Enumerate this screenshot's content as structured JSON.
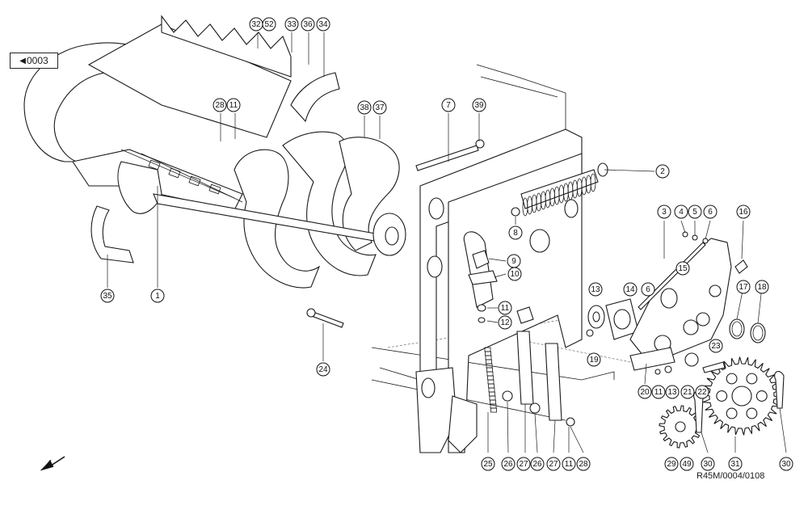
{
  "reference": {
    "label": "0003",
    "arrow_icon": "arrow-left-icon"
  },
  "drawing_code": "R45M/0004/0108",
  "direction_icon": "direction-arrow-icon",
  "callouts": [
    {
      "id": "1",
      "label": "1"
    },
    {
      "id": "2",
      "label": "2"
    },
    {
      "id": "3",
      "label": "3"
    },
    {
      "id": "4",
      "label": "4"
    },
    {
      "id": "5",
      "label": "5"
    },
    {
      "id": "6a",
      "label": "6"
    },
    {
      "id": "6b",
      "label": "6"
    },
    {
      "id": "7",
      "label": "7"
    },
    {
      "id": "8",
      "label": "8"
    },
    {
      "id": "9",
      "label": "9"
    },
    {
      "id": "10",
      "label": "10"
    },
    {
      "id": "11a",
      "label": "11"
    },
    {
      "id": "11b",
      "label": "11"
    },
    {
      "id": "11c",
      "label": "11"
    },
    {
      "id": "11d",
      "label": "11"
    },
    {
      "id": "12",
      "label": "12"
    },
    {
      "id": "13a",
      "label": "13"
    },
    {
      "id": "13b",
      "label": "13"
    },
    {
      "id": "14",
      "label": "14"
    },
    {
      "id": "15",
      "label": "15"
    },
    {
      "id": "16",
      "label": "16"
    },
    {
      "id": "17",
      "label": "17"
    },
    {
      "id": "18",
      "label": "18"
    },
    {
      "id": "19",
      "label": "19"
    },
    {
      "id": "20",
      "label": "20"
    },
    {
      "id": "21",
      "label": "21"
    },
    {
      "id": "22",
      "label": "22"
    },
    {
      "id": "23",
      "label": "23"
    },
    {
      "id": "24",
      "label": "24"
    },
    {
      "id": "25",
      "label": "25"
    },
    {
      "id": "26a",
      "label": "26"
    },
    {
      "id": "26b",
      "label": "26"
    },
    {
      "id": "27a",
      "label": "27"
    },
    {
      "id": "27b",
      "label": "27"
    },
    {
      "id": "28a",
      "label": "28"
    },
    {
      "id": "28b",
      "label": "28"
    },
    {
      "id": "29",
      "label": "29"
    },
    {
      "id": "49",
      "label": "49"
    },
    {
      "id": "30a",
      "label": "30"
    },
    {
      "id": "30b",
      "label": "30"
    },
    {
      "id": "31",
      "label": "31"
    },
    {
      "id": "32",
      "label": "32"
    },
    {
      "id": "52",
      "label": "52"
    },
    {
      "id": "33",
      "label": "33"
    },
    {
      "id": "34",
      "label": "34"
    },
    {
      "id": "35",
      "label": "35"
    },
    {
      "id": "36",
      "label": "36"
    },
    {
      "id": "37",
      "label": "37"
    },
    {
      "id": "38",
      "label": "38"
    },
    {
      "id": "39",
      "label": "39"
    }
  ]
}
